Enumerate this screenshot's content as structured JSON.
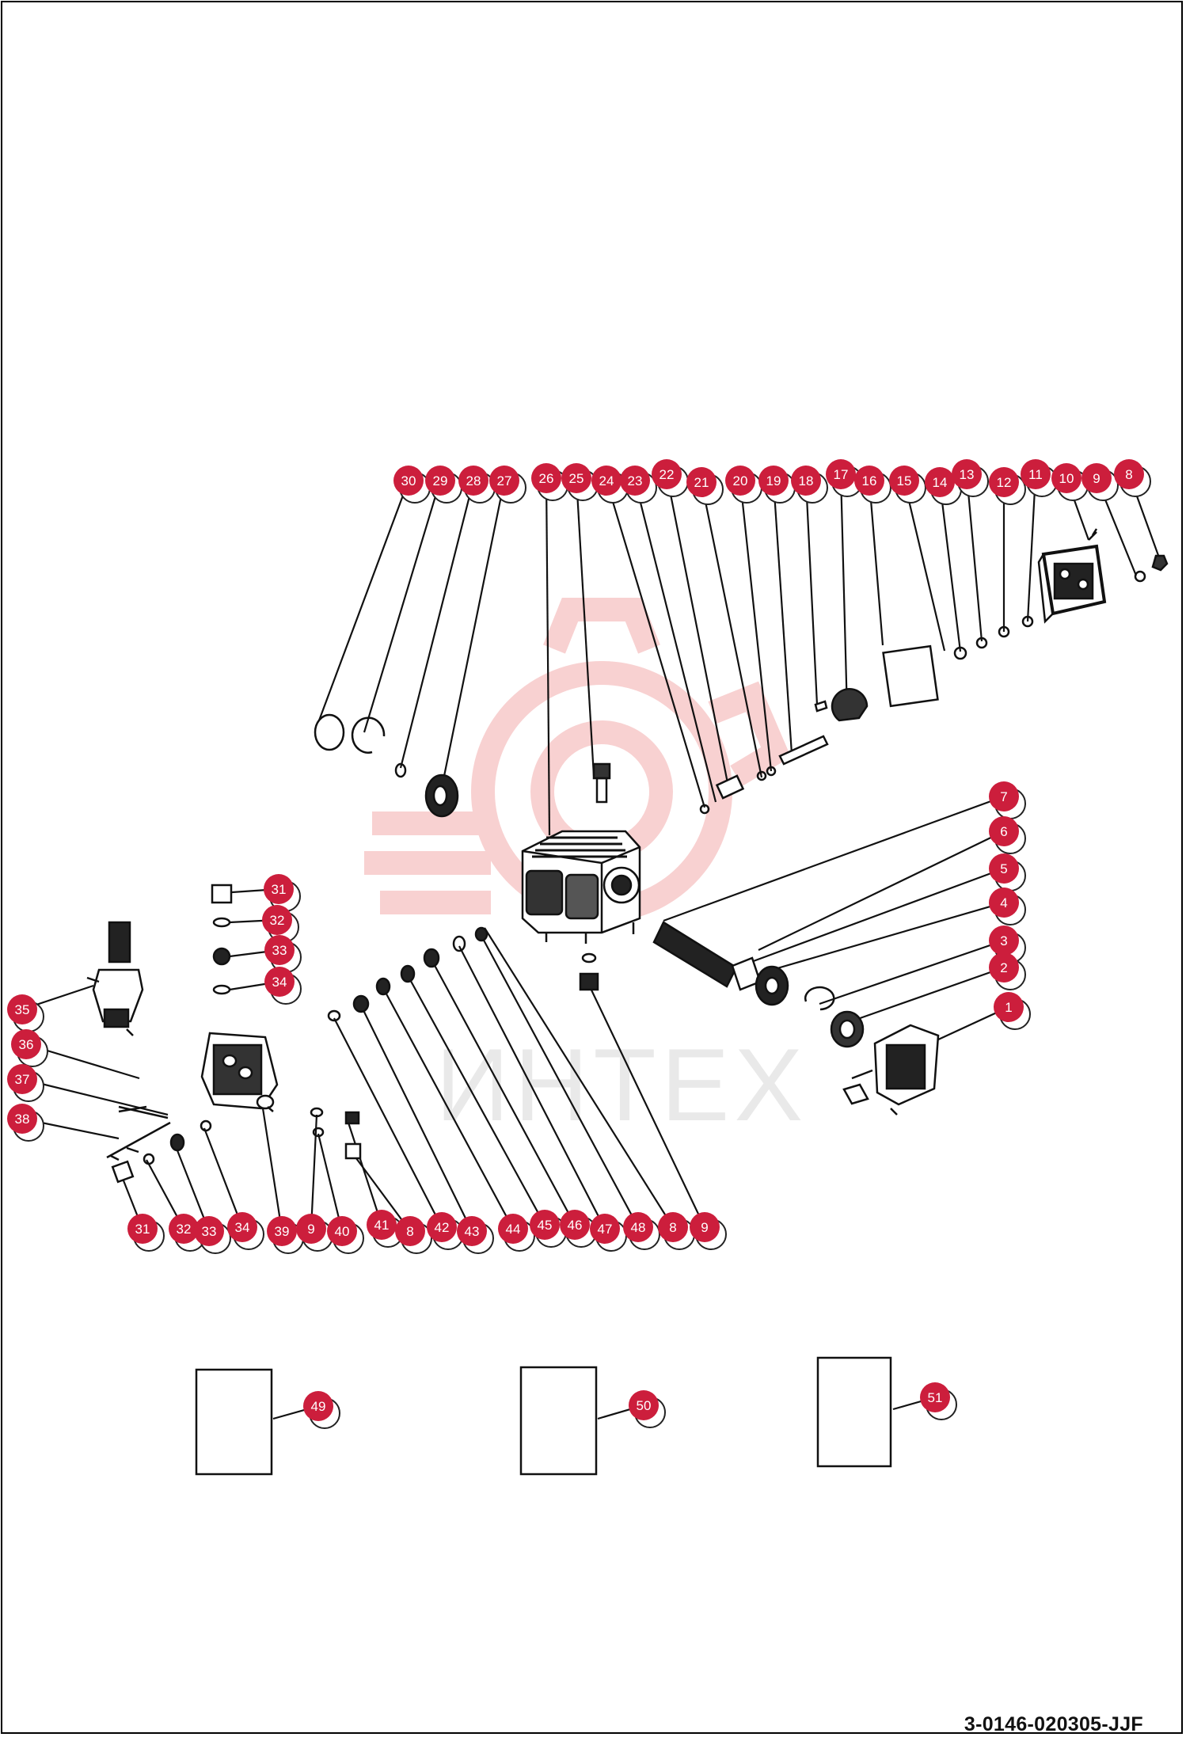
{
  "document_code": "3-0146-020305-JJF",
  "watermark_text": "ИНТЕХ",
  "colors": {
    "badge": "#cc1e3c",
    "line": "#111111",
    "watermark_gear": "#f7c9c9"
  },
  "callouts": {
    "top_row": [
      "30",
      "29",
      "28",
      "27",
      "26",
      "25",
      "24",
      "23",
      "22",
      "21",
      "20",
      "19",
      "18",
      "17",
      "16",
      "15",
      "14",
      "13",
      "12",
      "11",
      "10",
      "9",
      "8"
    ],
    "right_column": [
      "7",
      "6",
      "5",
      "4",
      "3",
      "2",
      "1"
    ],
    "valve_stack": [
      "31",
      "32",
      "33",
      "34"
    ],
    "left_column": [
      "35",
      "36",
      "37",
      "38"
    ],
    "bottom_row": [
      "31",
      "32",
      "33",
      "34",
      "39",
      "9",
      "40",
      "41",
      "8",
      "42",
      "43",
      "44",
      "45",
      "46",
      "47",
      "48",
      "8",
      "9"
    ],
    "kits": [
      "49",
      "50",
      "51"
    ]
  }
}
